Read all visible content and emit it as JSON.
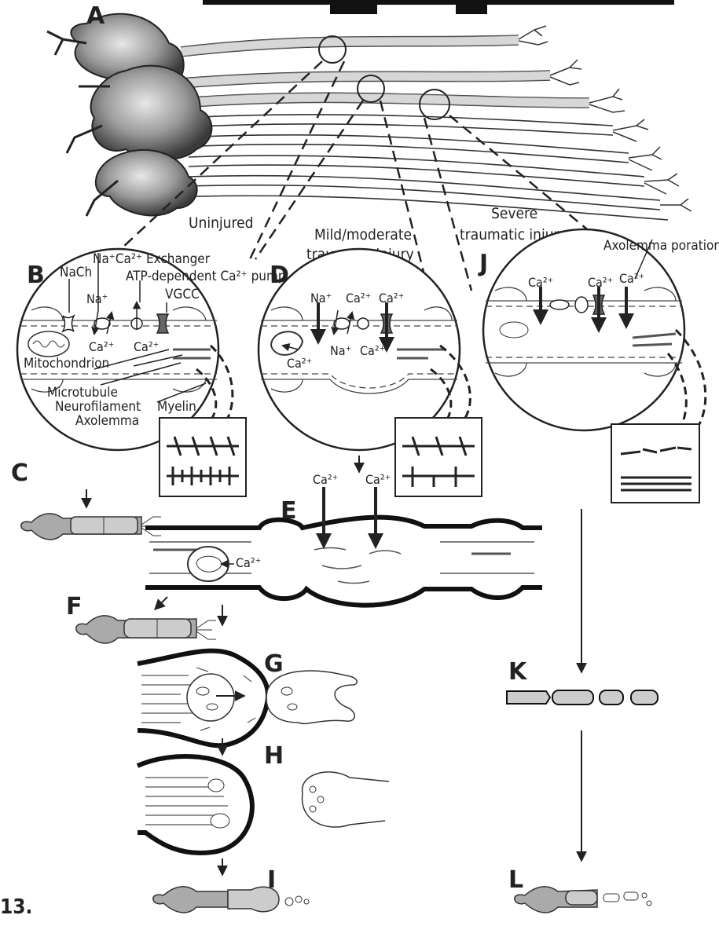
{
  "figure_number": "13.",
  "panels": {
    "A": "A",
    "B": "B",
    "C": "C",
    "D": "D",
    "E": "E",
    "F": "F",
    "G": "G",
    "H": "H",
    "I": "I",
    "J": "J",
    "K": "K",
    "L": "L"
  },
  "conditions": {
    "uninjured": "Uninjured",
    "mild_line1": "Mild/moderate",
    "mild_line2": "traumatic injury",
    "severe_line1": "Severe",
    "severe_line2": "traumatic injury"
  },
  "labels": {
    "nach": "NaCh",
    "exchanger": "Na⁺Ca²⁺ Exchanger",
    "pump": "ATP-dependent Ca²⁺ pump",
    "vgcc": "VGCC",
    "mitochondrion": "Mitochondrion",
    "microtubule": "Microtubule",
    "neurofilament": "Neurofilament",
    "axolemma": "Axolemma",
    "myelin": "Myelin",
    "poration": "Axolemma poration"
  },
  "ions": {
    "na": "Na⁺",
    "ca": "Ca²⁺"
  }
}
